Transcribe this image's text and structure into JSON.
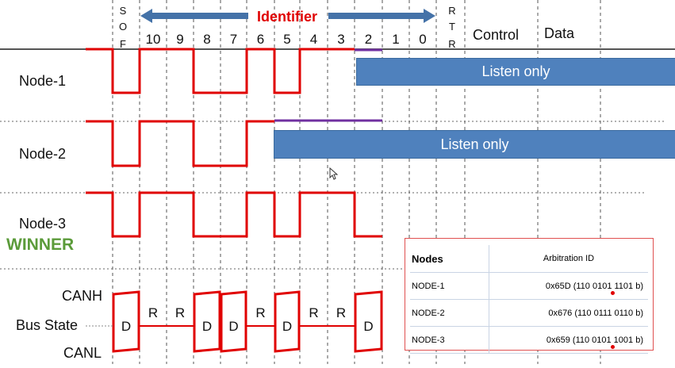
{
  "header": {
    "identifier_label": "Identifier",
    "sof_letters": [
      "S",
      "O",
      "F"
    ],
    "rtr_letters": [
      "R",
      "T",
      "R"
    ],
    "bits": [
      "10",
      "9",
      "8",
      "7",
      "6",
      "5",
      "4",
      "3",
      "2",
      "1",
      "0"
    ],
    "control_label": "Control",
    "data_label": "Data"
  },
  "nodes": [
    {
      "label": "Node-1",
      "listen_label": "Listen only"
    },
    {
      "label": "Node-2",
      "listen_label": "Listen only"
    },
    {
      "label": "Node-3",
      "winner_label": "WINNER"
    }
  ],
  "bus": {
    "canh_label": "CANH",
    "state_label": "Bus State",
    "canl_label": "CANL",
    "states": [
      "D",
      "R",
      "R",
      "D",
      "D",
      "R",
      "D",
      "R",
      "R",
      "D"
    ]
  },
  "arbitration_table": {
    "headers": [
      "Nodes",
      "Arbitration ID"
    ],
    "rows": [
      {
        "node": "NODE-1",
        "id": "0x65D (110 0101 1101 b)"
      },
      {
        "node": "NODE-2",
        "id": "0x676 (110 0111 0110 b)"
      },
      {
        "node": "NODE-3",
        "id": "0x659 (110 0101 1001 b)"
      }
    ]
  },
  "colors": {
    "signal": "#e00000",
    "arrow": "#4472a8",
    "listen_box": "#4f81bd",
    "winner": "#5b9b3a",
    "recessive_mark": "#7030a0",
    "identifier_text": "#e00000"
  }
}
